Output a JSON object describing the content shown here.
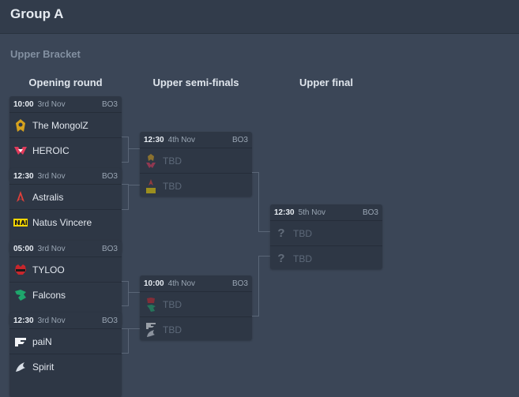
{
  "group_title": "Group A",
  "section_label": "Upper Bracket",
  "rounds": [
    {
      "title": "Opening round"
    },
    {
      "title": "Upper semi-finals"
    },
    {
      "title": "Upper final"
    }
  ],
  "opening": [
    {
      "time": "10:00",
      "date": "3rd Nov",
      "bo": "BO3",
      "team1": "The MongolZ",
      "team2": "HEROIC"
    },
    {
      "time": "12:30",
      "date": "3rd Nov",
      "bo": "BO3",
      "team1": "Astralis",
      "team2": "Natus Vincere"
    },
    {
      "time": "05:00",
      "date": "3rd Nov",
      "bo": "BO3",
      "team1": "TYLOO",
      "team2": "Falcons"
    },
    {
      "time": "12:30",
      "date": "3rd Nov",
      "bo": "BO3",
      "team1": "paiN",
      "team2": "Spirit"
    }
  ],
  "semis": [
    {
      "time": "12:30",
      "date": "4th Nov",
      "bo": "BO3",
      "team1": "TBD",
      "team2": "TBD"
    },
    {
      "time": "10:00",
      "date": "4th Nov",
      "bo": "BO3",
      "team1": "TBD",
      "team2": "TBD"
    }
  ],
  "final": {
    "time": "12:30",
    "date": "5th Nov",
    "bo": "BO3",
    "team1": "TBD",
    "team2": "TBD"
  },
  "colors": {
    "background": "#3b4657",
    "card": "#2e3745",
    "header": "#323c4b"
  },
  "icons": {
    "mongolz": "mongolz-logo-icon",
    "heroic": "heroic-logo-icon",
    "astralis": "astralis-logo-icon",
    "navi": "navi-logo-icon",
    "tyloo": "tyloo-logo-icon",
    "falcons": "falcons-logo-icon",
    "pain": "pain-logo-icon",
    "spirit": "spirit-logo-icon",
    "unknown": "question-mark-icon"
  }
}
